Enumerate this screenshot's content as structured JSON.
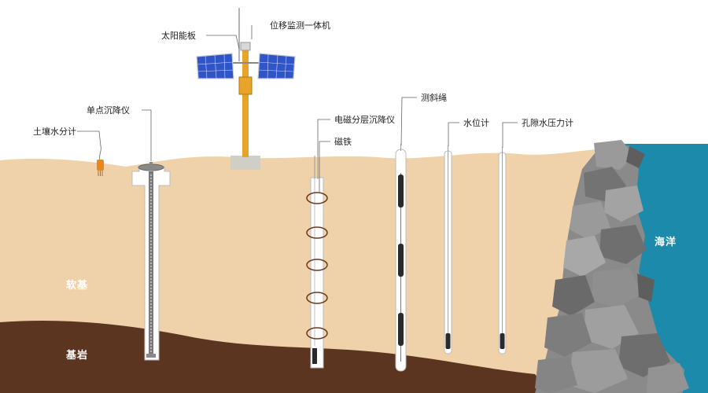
{
  "labels": {
    "solar_panel": "太阳能板",
    "displacement_unit": "位移监测一体机",
    "single_settlement": "单点沉降仪",
    "soil_moisture": "土壤水分计",
    "layered_settlement": "电磁分层沉降仪",
    "magnet": "磁铁",
    "inclinometer": "测斜绳",
    "water_level": "水位计",
    "pore_pressure": "孔隙水压力计"
  },
  "zones": {
    "soft_ground": "软基",
    "bedrock": "基岩",
    "ocean": "海洋"
  },
  "colors": {
    "sky": "#ffffff",
    "soil": "#f0d2aa",
    "bedrock": "#5b3520",
    "ocean": "#1b8aab",
    "rock": "#8a8a8a",
    "rock_dark": "#5e5e5e",
    "mast": "#e8a42a",
    "sensor_orange": "#e8871e",
    "panel_blue": "#2f55c8"
  }
}
